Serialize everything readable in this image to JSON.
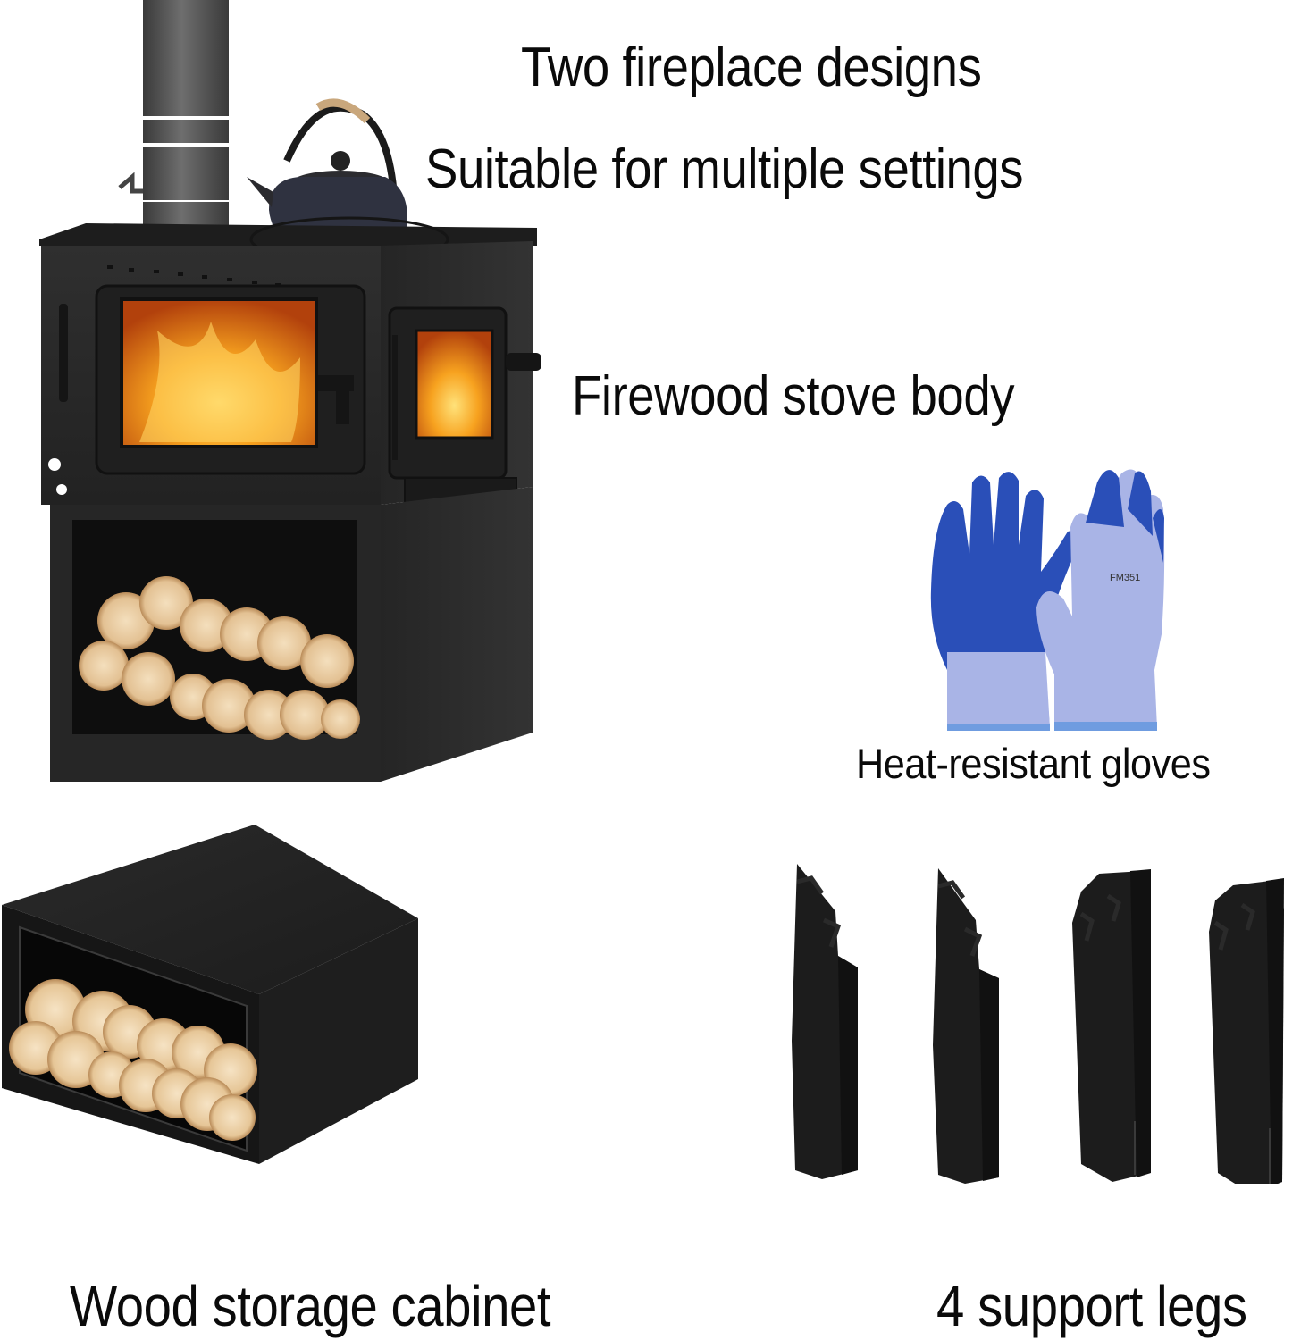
{
  "headline": {
    "line1": "Two fireplace designs",
    "line2": "Suitable for multiple settings"
  },
  "components": [
    {
      "id": "stove",
      "label": "Firewood stove body",
      "icon": "wood-stove-icon"
    },
    {
      "id": "gloves",
      "label": "Heat-resistant gloves",
      "icon": "gloves-icon",
      "glove_print": "FM351"
    },
    {
      "id": "cabinet",
      "label": "Wood storage cabinet",
      "icon": "log-cabinet-icon"
    },
    {
      "id": "legs",
      "label": "4 support legs",
      "icon": "support-leg-icon",
      "count": 4
    }
  ],
  "colors": {
    "background": "#ffffff",
    "text": "#0a0a0a",
    "steel": "#2b2b2b",
    "steel_dark": "#1a1a1a",
    "flame": "#f39a1c",
    "glove_blue": "#2a4fb8",
    "glove_knit": "#a9b4e6",
    "wood": "#e8c79a"
  }
}
